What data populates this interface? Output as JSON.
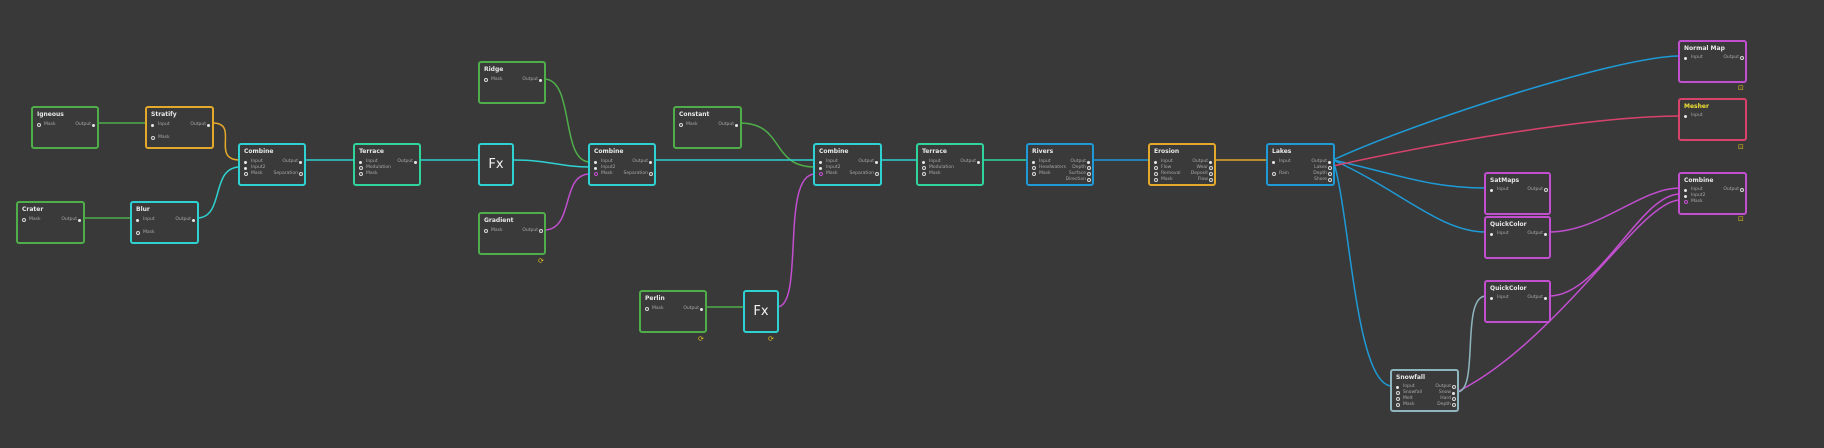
{
  "colors": {
    "background": "#393939",
    "green": "#4fae4a",
    "cyan": "#2fd2d2",
    "teal": "#2fd59b",
    "blue": "#1e9bd7",
    "orange": "#e4a92a",
    "magenta": "#c24fd0",
    "pink": "#d9436b",
    "lightblue": "#8fb6bf"
  },
  "nodes": [
    {
      "title": "Igneous",
      "inputs": [
        "Mask"
      ],
      "outputs": [
        "Output"
      ]
    },
    {
      "title": "Crater",
      "inputs": [
        "Mask"
      ],
      "outputs": [
        "Output"
      ]
    },
    {
      "title": "Stratify",
      "inputs": [
        "Input",
        "Mask"
      ],
      "outputs": [
        "Output"
      ]
    },
    {
      "title": "Blur",
      "inputs": [
        "Input",
        "Mask"
      ],
      "outputs": [
        "Output"
      ]
    },
    {
      "title": "Combine",
      "inputs": [
        "Input",
        "Input2",
        "Mask"
      ],
      "outputs": [
        "Output",
        "Separation"
      ]
    },
    {
      "title": "Terrace",
      "inputs": [
        "Input",
        "Modulation",
        "Mask"
      ],
      "outputs": [
        "Output"
      ]
    },
    {
      "title": "Ridge",
      "inputs": [
        "Mask"
      ],
      "outputs": [
        "Output"
      ]
    },
    {
      "title": "Fx",
      "inputs": [],
      "outputs": []
    },
    {
      "title": "Gradient",
      "inputs": [
        "Mask"
      ],
      "outputs": [
        "Output"
      ]
    },
    {
      "title": "Combine",
      "inputs": [
        "Input",
        "Input2",
        "Mask"
      ],
      "outputs": [
        "Output",
        "Separation"
      ]
    },
    {
      "title": "Constant",
      "inputs": [
        "Mask"
      ],
      "outputs": [
        "Output"
      ]
    },
    {
      "title": "Perlin",
      "inputs": [
        "Mask"
      ],
      "outputs": [
        "Output"
      ]
    },
    {
      "title": "Fx",
      "inputs": [],
      "outputs": []
    },
    {
      "title": "Combine",
      "inputs": [
        "Input",
        "Input2",
        "Mask"
      ],
      "outputs": [
        "Output",
        "Separation"
      ]
    },
    {
      "title": "Terrace",
      "inputs": [
        "Input",
        "Modulation",
        "Mask"
      ],
      "outputs": [
        "Output"
      ]
    },
    {
      "title": "Rivers",
      "inputs": [
        "Input",
        "Headwaters",
        "Mask"
      ],
      "outputs": [
        "Output",
        "Depth",
        "Surface",
        "Direction"
      ]
    },
    {
      "title": "Erosion",
      "inputs": [
        "Input",
        "Flow",
        "Removal",
        "Mask"
      ],
      "outputs": [
        "Output",
        "Wear",
        "Deposit",
        "Flow"
      ]
    },
    {
      "title": "Lakes",
      "inputs": [
        "Input",
        "Rain"
      ],
      "outputs": [
        "Output",
        "Lakes",
        "Depth",
        "Shore"
      ]
    },
    {
      "title": "Normal Map",
      "inputs": [
        "Input"
      ],
      "outputs": [
        "Output"
      ]
    },
    {
      "title": "Mesher",
      "inputs": [
        "Input"
      ],
      "outputs": []
    },
    {
      "title": "SatMaps",
      "inputs": [
        "Input"
      ],
      "outputs": [
        "Output"
      ]
    },
    {
      "title": "QuickColor",
      "inputs": [
        "Input"
      ],
      "outputs": [
        "Output"
      ]
    },
    {
      "title": "Combine",
      "inputs": [
        "Input",
        "Input2",
        "Mask"
      ],
      "outputs": [
        "Output"
      ]
    },
    {
      "title": "QuickColor",
      "inputs": [
        "Input"
      ],
      "outputs": [
        "Output"
      ]
    },
    {
      "title": "Snowfall",
      "inputs": [
        "Input",
        "Snowfall",
        "Melt",
        "Mask"
      ],
      "outputs": [
        "Output",
        "Snow",
        "Hard",
        "Depth"
      ]
    }
  ]
}
